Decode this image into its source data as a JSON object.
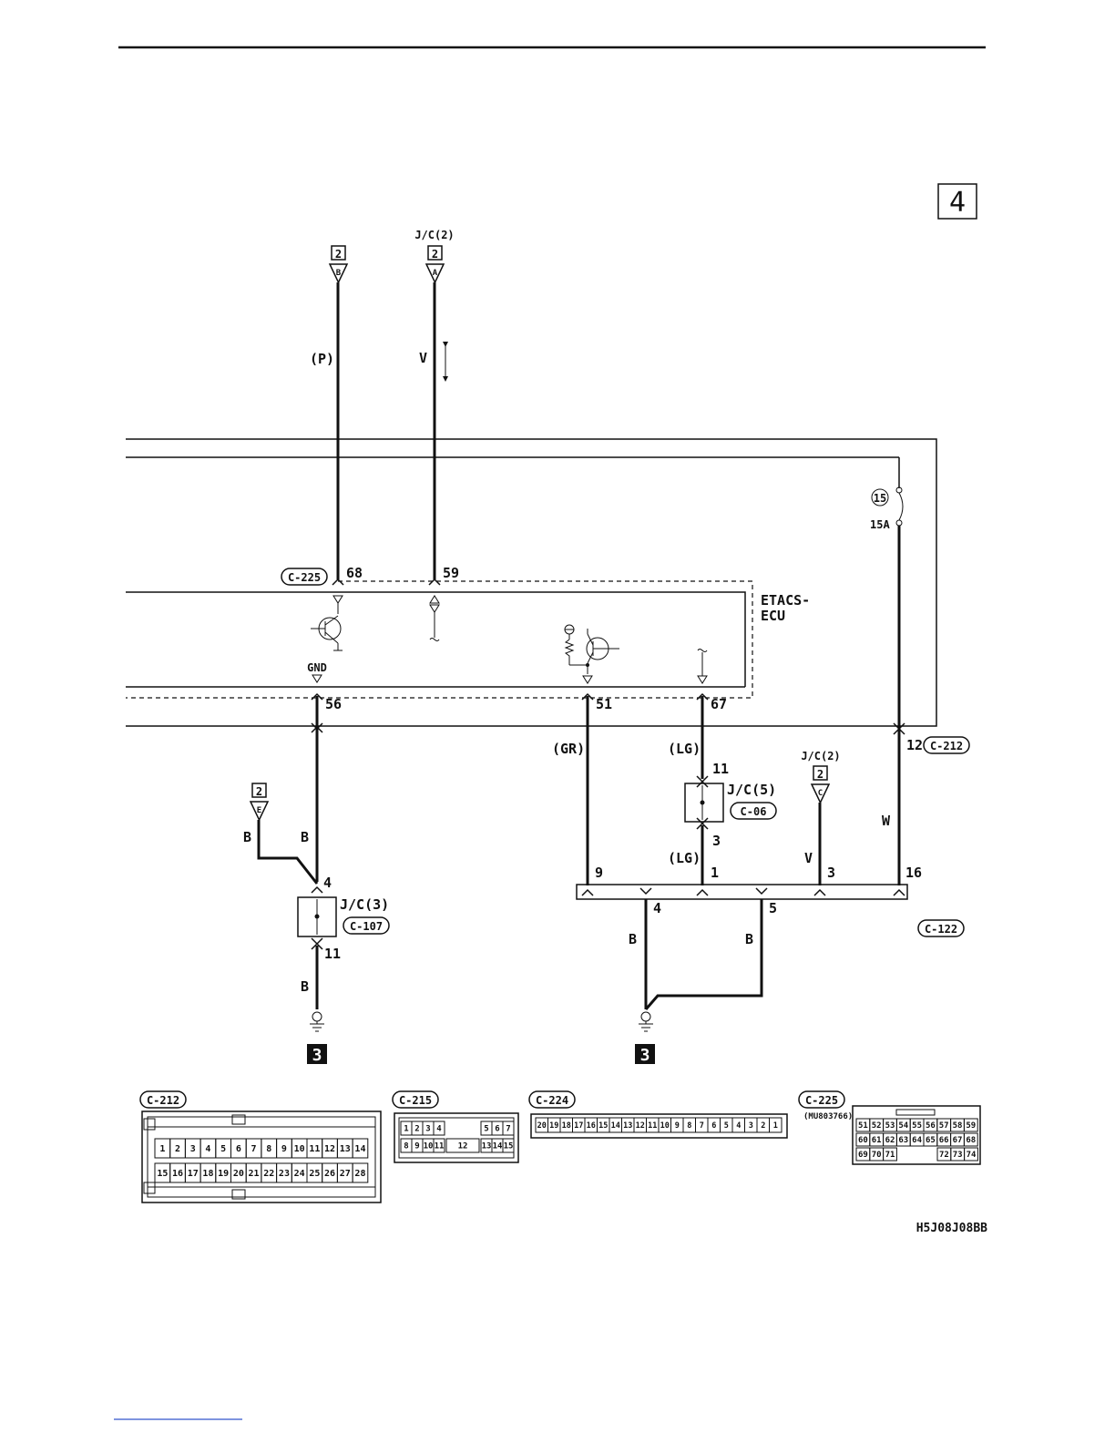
{
  "page_number": "4",
  "diagram_code": "H5J08J08BB",
  "ecu": {
    "line1": "ETACS-",
    "line2": "ECU",
    "connector": "C-225"
  },
  "ground_marks": [
    "3",
    "3"
  ],
  "wires": {
    "w68": {
      "pin": "68",
      "color": "(P)",
      "from_page": "2",
      "from_letter": "B"
    },
    "w59": {
      "pin": "59",
      "color": "V",
      "from_page": "2",
      "from_letter": "A",
      "from_label": "J/C(2)"
    },
    "w56": {
      "pin": "56",
      "gnd": "GND"
    },
    "w51": {
      "pin": "51",
      "color": "(GR)"
    },
    "w67": {
      "pin": "67",
      "color": "(LG)"
    }
  },
  "fuse": {
    "number": "15",
    "rating": "15A"
  },
  "jc3": {
    "name": "J/C(3)",
    "connector": "C-107",
    "pin_top": "4",
    "pin_bottom": "11",
    "wire_top": "B",
    "wire_bottom": "B",
    "branch_color": "B",
    "branch_page": "2",
    "branch_letter": "E"
  },
  "jc5": {
    "name": "J/C(5)",
    "connector": "C-06",
    "pin_top": "11",
    "pin_bottom": "3",
    "wire_bottom": "(LG)"
  },
  "c212_pin": {
    "pin": "12",
    "connector": "C-212",
    "wire": "W"
  },
  "jc2_right": {
    "label": "J/C(2)",
    "page": "2",
    "letter": "C",
    "wire": "V"
  },
  "c122": {
    "connector": "C-122",
    "pins_top": [
      "9",
      "1",
      "3",
      "16"
    ],
    "pins_bottom": [
      "4",
      "5"
    ],
    "wire_left": "B",
    "wire_right": "B"
  },
  "connectors": {
    "c212": {
      "name": "C-212",
      "row1": [
        "1",
        "2",
        "3",
        "4",
        "5",
        "6",
        "7",
        "8",
        "9",
        "10",
        "11",
        "12",
        "13",
        "14"
      ],
      "row2": [
        "15",
        "16",
        "17",
        "18",
        "19",
        "20",
        "21",
        "22",
        "23",
        "24",
        "25",
        "26",
        "27",
        "28"
      ]
    },
    "c215": {
      "name": "C-215",
      "row1a": [
        "1",
        "2",
        "3",
        "4"
      ],
      "row1b": [
        "5",
        "6",
        "7"
      ],
      "row2a": [
        "8",
        "9",
        "10",
        "11"
      ],
      "row2mid": "12",
      "row2b": [
        "13",
        "14",
        "15"
      ]
    },
    "c224": {
      "name": "C-224",
      "row": [
        "20",
        "19",
        "18",
        "17",
        "16",
        "15",
        "14",
        "13",
        "12",
        "11",
        "10",
        "9",
        "8",
        "7",
        "6",
        "5",
        "4",
        "3",
        "2",
        "1"
      ]
    },
    "c225": {
      "name": "C-225",
      "part": "(MU803766)",
      "row1": [
        "51",
        "52",
        "53",
        "54",
        "55",
        "56",
        "57",
        "58",
        "59"
      ],
      "row2": [
        "60",
        "61",
        "62",
        "63",
        "64",
        "65",
        "66",
        "67",
        "68"
      ],
      "row3a": [
        "69",
        "70",
        "71"
      ],
      "row3b": [
        "72",
        "73",
        "74"
      ]
    }
  }
}
